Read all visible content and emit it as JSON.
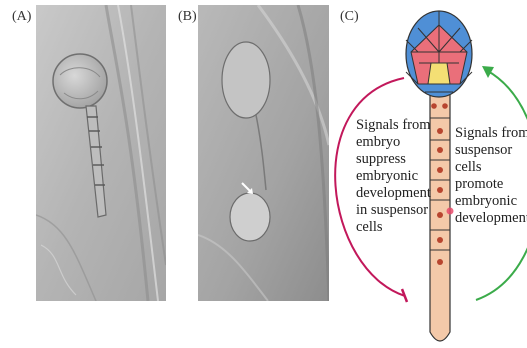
{
  "panels": {
    "a": "(A)",
    "b": "(B)",
    "c": "(C)"
  },
  "signals": {
    "left": "Signals from\nembryo\nsuppress\nembryonic\ndevelopment\nin suspensor\ncells",
    "right": "Signals from\nsuspensor\ncells promote\nembryonic\ndevelopment"
  },
  "colors": {
    "embryo_blue": "#4f8fd6",
    "embryo_red": "#ea6f7a",
    "embryo_yellow": "#f4df74",
    "suspensor": "#f4c9a9",
    "nucleus": "#b8452f",
    "arrow_left": "#c2185b",
    "arrow_right": "#3bab4a"
  }
}
